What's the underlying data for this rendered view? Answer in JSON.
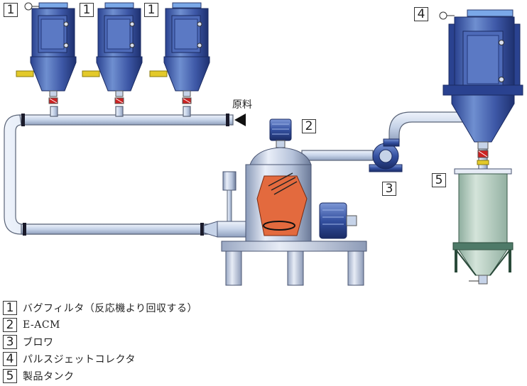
{
  "callouts": {
    "bag_filter_1": "1",
    "bag_filter_2": "1",
    "bag_filter_3": "1",
    "mill": "2",
    "blower": "3",
    "collector": "4",
    "tank": "5"
  },
  "feed_label": "原料",
  "legend": [
    {
      "num": "1",
      "text": "バグフィルタ（反応機より回収する）"
    },
    {
      "num": "2",
      "text": "E-ACM"
    },
    {
      "num": "3",
      "text": "ブロワ"
    },
    {
      "num": "4",
      "text": "パルスジェットコレクタ"
    },
    {
      "num": "5",
      "text": "製品タンク"
    }
  ],
  "colors": {
    "pipe": "#cfd9ea",
    "pipe_stroke": "#5a6478",
    "filter_body": "#3f59a8",
    "filter_dark": "#243a80",
    "filter_light": "#7fa0d8",
    "mill_interior": "#e36a3e",
    "tank_body": "#b8cfc4",
    "frame": "#c4cedf",
    "inlet_yellow": "#e3c92a",
    "valve_red": "#cc2222"
  }
}
